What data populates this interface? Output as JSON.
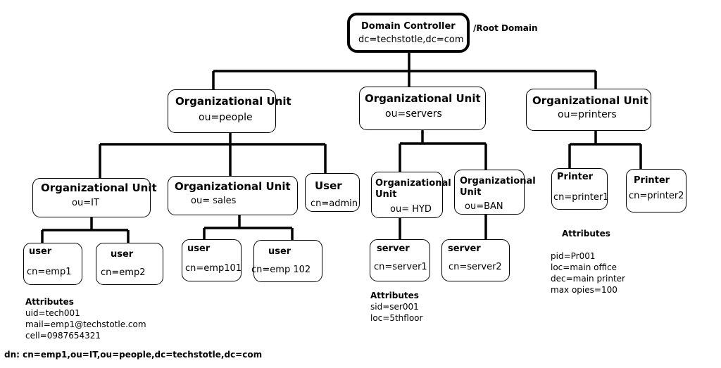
{
  "root": {
    "title": "Domain Controller",
    "dn": "dc=techstotle,dc=com",
    "note": "/Root Domain"
  },
  "ou_people": {
    "title": "Organizational Unit",
    "value": "ou=people"
  },
  "ou_servers": {
    "title": "Organizational Unit",
    "value": "ou=servers"
  },
  "ou_printers": {
    "title": "Organizational Unit",
    "value": "ou=printers"
  },
  "ou_it": {
    "title": "Organizational Unit",
    "value": "ou=IT"
  },
  "ou_sales": {
    "title": "Organizational Unit",
    "value": "ou= sales"
  },
  "user_admin": {
    "title": "User",
    "value": "cn=admin"
  },
  "ou_hyd": {
    "title_line1": "Organizational",
    "title_line2": "Unit",
    "value": "ou= HYD"
  },
  "ou_ban": {
    "title_line1": "Organizational",
    "title_line2": "Unit",
    "value": "ou=BAN"
  },
  "printer1": {
    "title": "Printer",
    "value": "cn=printer1"
  },
  "printer2": {
    "title": "Printer",
    "value": "cn=printer2"
  },
  "emp1": {
    "title": "user",
    "value": "cn=emp1"
  },
  "emp2": {
    "title": "user",
    "value": "cn=emp2"
  },
  "emp101": {
    "title": "user",
    "value": "cn=emp101"
  },
  "emp102": {
    "title": "user",
    "value": "cn=emp 102"
  },
  "server1": {
    "title": "server",
    "value": "cn=server1"
  },
  "server2": {
    "title": "server",
    "value": "cn=server2"
  },
  "user_attributes": {
    "title": "Attributes",
    "lines": [
      "uid=tech001",
      "mail=emp1@techstotle.com",
      "cell=0987654321"
    ]
  },
  "server_attributes": {
    "title": "Attributes",
    "lines": [
      "sid=ser001",
      "loc=5thfloor"
    ]
  },
  "printer_attributes": {
    "title": "Attributes",
    "lines": [
      "pid=Pr001",
      "loc=main office",
      "dec=main printer",
      "max opies=100"
    ]
  },
  "dn_line": "dn: cn=emp1,ou=IT,ou=people,dc=techstotle,dc=com"
}
